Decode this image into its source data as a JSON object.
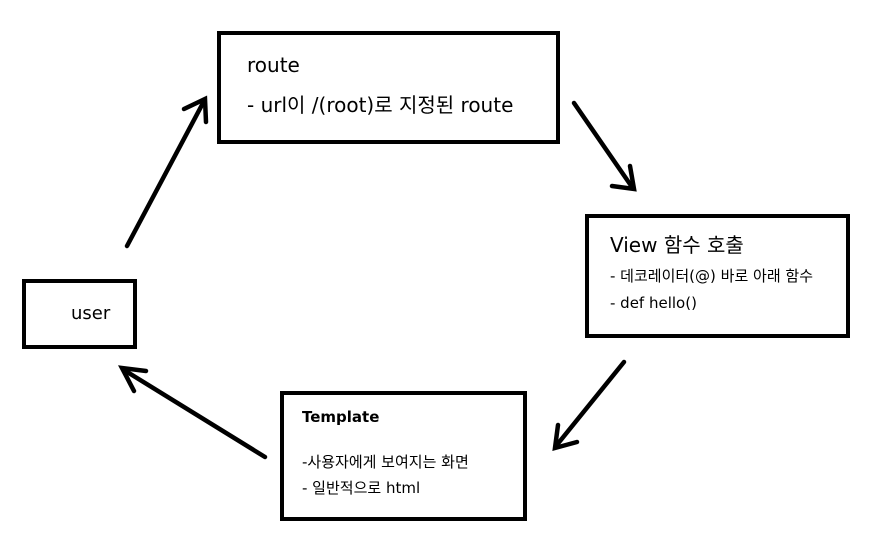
{
  "nodes": {
    "route": {
      "title": "route",
      "line1": "- url이 /(root)로 지정된 route"
    },
    "view": {
      "title": "View 함수 호출",
      "line1": "- 데코레이터(@) 바로 아래 함수",
      "line2": "- def hello()"
    },
    "template": {
      "title": "Template",
      "line1": "-사용자에게 보여지는 화면",
      "line2": "- 일반적으로 html"
    },
    "user": {
      "title": "user"
    }
  }
}
